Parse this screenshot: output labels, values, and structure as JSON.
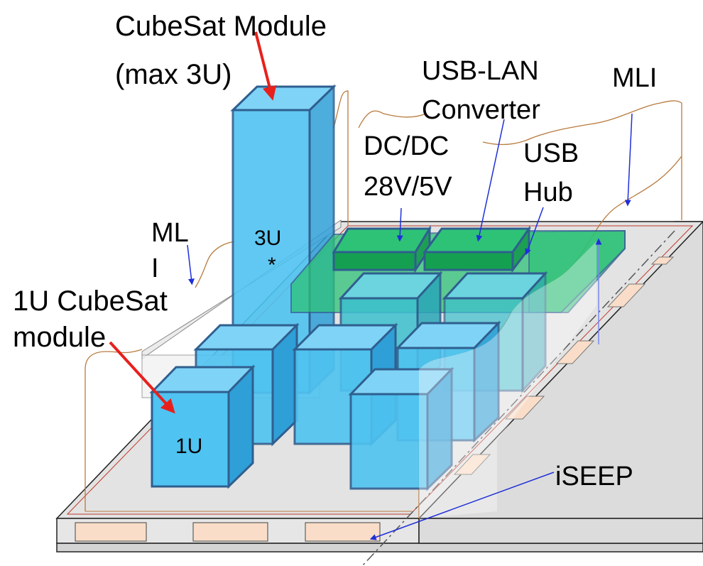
{
  "labels": {
    "cubesat_module_line1": "CubeSat Module",
    "cubesat_module_line2": "(max 3U)",
    "usb_lan_line1": "USB-LAN",
    "usb_lan_line2": "Converter",
    "mli_right": "MLI",
    "dcdc_line1": "DC/DC",
    "dcdc_line2": "28V/5V",
    "usb_hub_line1": "USB",
    "usb_hub_line2": "Hub",
    "mli_left_line1": "ML",
    "mli_left_line2": "I",
    "tag_3u_line1": "3U",
    "tag_3u_line2": "*",
    "one_u_cubesat_line1": "1U CubeSat",
    "one_u_cubesat_line2": "module",
    "tag_1u": "1U",
    "iseep": "iSEEP"
  },
  "colors": {
    "module_blue": "#4fc3f1",
    "module_blue_side": "#2f9fd8",
    "module_blue_top": "#7fd3f6",
    "module_edge": "#2f5f8f",
    "board_green": "#2ec277",
    "board_green_dark": "#14a050",
    "teal_block": "#3cc0cf",
    "plate_grey": "#dcdcdc",
    "plate_light": "#ececec",
    "iseep_pad": "#f9ddc8",
    "mli_line": "#b87a3d",
    "arrow_red": "#e8201c",
    "arrow_blue": "#1f2fd8"
  }
}
